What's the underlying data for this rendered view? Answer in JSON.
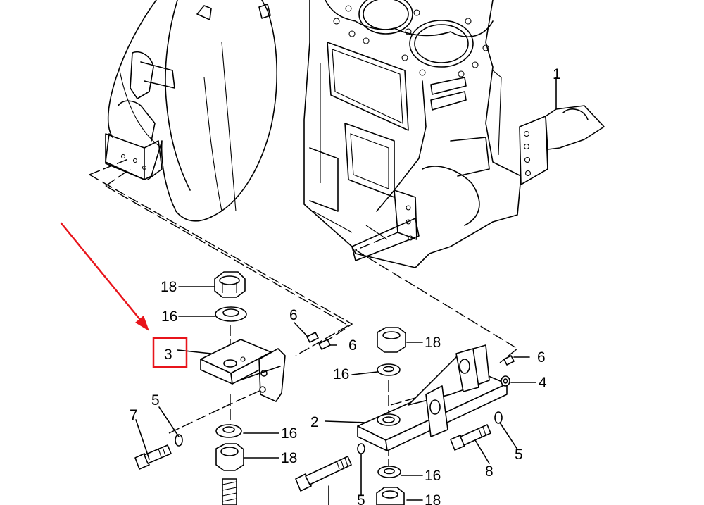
{
  "callouts": {
    "c1": "1",
    "c2": "2",
    "c3": "3",
    "c4": "4",
    "c5a": "5",
    "c5b": "5",
    "c5c": "5",
    "c6a": "6",
    "c6b": "6",
    "c6c": "6",
    "c7": "7",
    "c8": "8",
    "c16a": "16",
    "c16b": "16",
    "c16c": "16",
    "c16d": "16",
    "c18a": "18",
    "c18b": "18",
    "c18c": "18",
    "c18d": "18"
  },
  "highlight": {
    "color": "#e8141b",
    "target_callout": "3"
  },
  "arrow": {
    "color": "#e8141b"
  },
  "line_color": "#000000"
}
